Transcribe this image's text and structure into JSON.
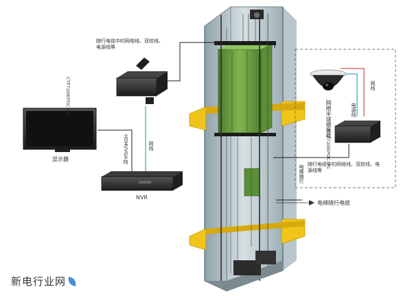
{
  "labels": {
    "top_device_note": "随行电缆中的网络线、双绞线、电源线等",
    "top_converter_model": "CTP720IEPOC-SS",
    "monitor_caption": "显示器",
    "hdmi_vga": "HDMI/VGA线",
    "network_left": "网线",
    "nvr_caption": "NVR",
    "right_network": "网线",
    "power_line": "电源线",
    "camera_caption": "网络半球摄像机",
    "right_converter_model": "CTP720IEPOC-IPC",
    "bottom_note": "随行电缆中的网络线、双绞线、电源线等",
    "elevator_cable_short": "电梯随行",
    "elevator_cable_arrow": "电梯随行电缆"
  },
  "watermark": "新电行业网",
  "colors": {
    "shaft_glass": "#b9c7cc",
    "car_green": "#6fa047",
    "beam_yellow": "#f0c419",
    "device_dark": "#2a2a2a",
    "network_cyan": "#5fb6d1",
    "power_red": "#d9534f",
    "dashed_border": "#777777"
  }
}
